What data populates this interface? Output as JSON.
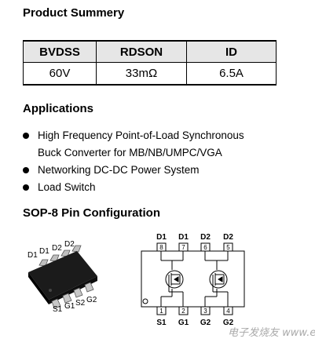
{
  "summary": {
    "title": "Product Summery",
    "headers": [
      "BVDSS",
      "RDSON",
      "ID"
    ],
    "values": [
      "60V",
      "33mΩ",
      "6.5A"
    ]
  },
  "applications": {
    "title": "Applications",
    "items": [
      "High Frequency Point-of-Load Synchronous",
      "Buck Converter for MB/NB/UMPC/VGA",
      "Networking DC-DC Power System",
      "Load Switch"
    ]
  },
  "pin_config": {
    "title": "SOP-8 Pin Configuration",
    "chip_top_labels": [
      "D1",
      "D1",
      "D2",
      "D2"
    ],
    "chip_bottom_labels": [
      "S1",
      "G1",
      "S2",
      "G2"
    ],
    "schematic_top": [
      {
        "label": "D1",
        "num": "8"
      },
      {
        "label": "D1",
        "num": "7"
      },
      {
        "label": "D2",
        "num": "6"
      },
      {
        "label": "D2",
        "num": "5"
      }
    ],
    "schematic_bottom": [
      {
        "label": "S1",
        "num": "1"
      },
      {
        "label": "G1",
        "num": "2"
      },
      {
        "label": "G2",
        "num": "3"
      },
      {
        "label": "G2",
        "num": "4"
      }
    ]
  },
  "watermark": "电子发烧友 www.elecfans.com"
}
